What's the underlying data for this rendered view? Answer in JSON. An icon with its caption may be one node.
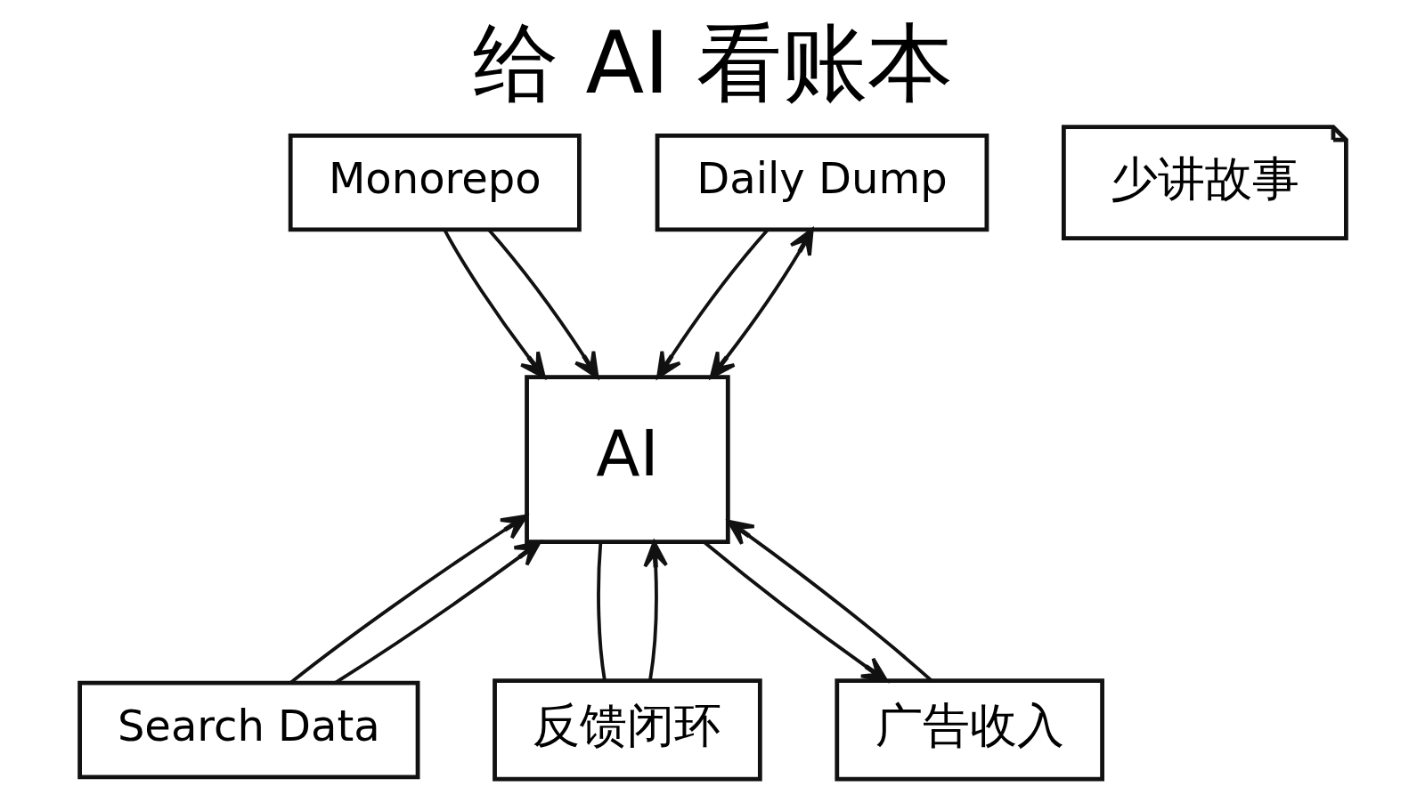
{
  "diagram": {
    "title": "给 AI 看账本",
    "nodes": [
      {
        "text": [
          "少讲故事"
        ]
      },
      {
        "text": [
          "Monorepo"
        ]
      },
      {
        "text": [
          "Daily Dump"
        ]
      },
      {
        "text": [
          "AI"
        ]
      },
      {
        "text": [
          "Search Data"
        ]
      },
      {
        "text": [
          "广告收入"
        ]
      },
      {
        "text": [
          "反馈闭环"
        ]
      }
    ],
    "edges": [
      {
        "from": 1,
        "to": 3,
        "arrow": "to"
      },
      {
        "from": 1,
        "to": 3,
        "arrow": "to"
      },
      {
        "from": 2,
        "to": 3,
        "arrow": "to"
      },
      {
        "from": 3,
        "to": 2,
        "arrow": "both"
      },
      {
        "from": 3,
        "to": 5,
        "arrow": "to"
      },
      {
        "from": 4,
        "to": 3,
        "arrow": "to"
      },
      {
        "from": 4,
        "to": 3,
        "arrow": "to"
      },
      {
        "from": 6,
        "to": 3,
        "arrow": "to"
      },
      {
        "from": 3,
        "to": 6,
        "arrow": "none"
      },
      {
        "from": 5,
        "to": 3,
        "arrow": "to"
      }
    ]
  }
}
